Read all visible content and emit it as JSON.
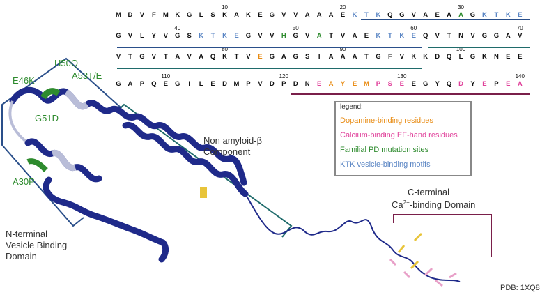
{
  "colors": {
    "helix": "#1f2a8a",
    "helix_light": "#b9bdd8",
    "dopamine": "#e88a10",
    "calcium": "#e0409a",
    "familial": "#2e8b2e",
    "ktk": "#5b86c4",
    "bracket_teal": "#1f6b6b",
    "bracket_blue": "#2a4f8a",
    "bracket_purple": "#7a1f4a"
  },
  "sequence": {
    "rows": [
      {
        "letters": "MDVFMKGLSKAKEGVVAAAEKTKQGVAEAAGKTKE",
        "colors": "kkkkkkkkkkkkkkkkkkkkbbbkkkkkkgkbbbb",
        "markers": [
          {
            "label": "10",
            "pos": 9
          },
          {
            "label": "20",
            "pos": 19
          },
          {
            "label": "30",
            "pos": 29
          }
        ]
      },
      {
        "letters": "GVLYVGSKTKEGVVHGVATVAEKTKEQVTNVGGAV",
        "colors": "kkkkkkkbbbbkkkgkkgkkkkbbbbkkkkkkkkk",
        "markers": [
          {
            "label": "40",
            "pos": 5
          },
          {
            "label": "50",
            "pos": 15
          },
          {
            "label": "60",
            "pos": 25
          },
          {
            "label": "70",
            "pos": 34
          }
        ]
      },
      {
        "letters": "VTGVTAVAQKTVEGAGSIAAATGFVKKDQLGKNEE",
        "colors": "kkkkkkkkkkkkokkkkkkkkkkkkkkkkkkkkkk",
        "markers": [
          {
            "label": "80",
            "pos": 9
          },
          {
            "label": "90",
            "pos": 19
          },
          {
            "label": "100",
            "pos": 29
          }
        ]
      },
      {
        "letters": "GAPQEGILEDMPVDPDNEAYEMPSEEGYQDYEPEA",
        "colors": "kkkkkkkkkkkkkkkkkpoooopppkkkkpkpkpp",
        "markers": [
          {
            "label": "110",
            "pos": 4
          },
          {
            "label": "120",
            "pos": 14
          },
          {
            "label": "130",
            "pos": 24
          },
          {
            "label": "140",
            "pos": 34
          }
        ]
      }
    ]
  },
  "labels": {
    "h50q": "H50Q",
    "e46k": "E46K",
    "a53te": "A53T/E",
    "g51d": "G51D",
    "a30p": "A30P",
    "nac_line1": "Non amyloid-β",
    "nac_line2": "Component",
    "cterm_line1": "C-terminal",
    "cterm_line2_pre": "Ca",
    "cterm_line2_sup": "2+",
    "cterm_line2_post": "-binding Domain",
    "nterm_line1": "N-terminal",
    "nterm_line2": "Vesicle Binding",
    "nterm_line3": "Domain"
  },
  "legend": {
    "title": "legend:",
    "items": [
      {
        "text": "Dopamine-binding residues",
        "color": "#e88a10"
      },
      {
        "text": "Calcium-binding EF-hand residues",
        "color": "#e0409a"
      },
      {
        "text": "Familial PD mutation sites",
        "color": "#2e8b2e"
      },
      {
        "text": "KTK vesicle-binding motifs",
        "color": "#5b86c4"
      }
    ]
  },
  "pdb": "PDB: 1XQ8"
}
